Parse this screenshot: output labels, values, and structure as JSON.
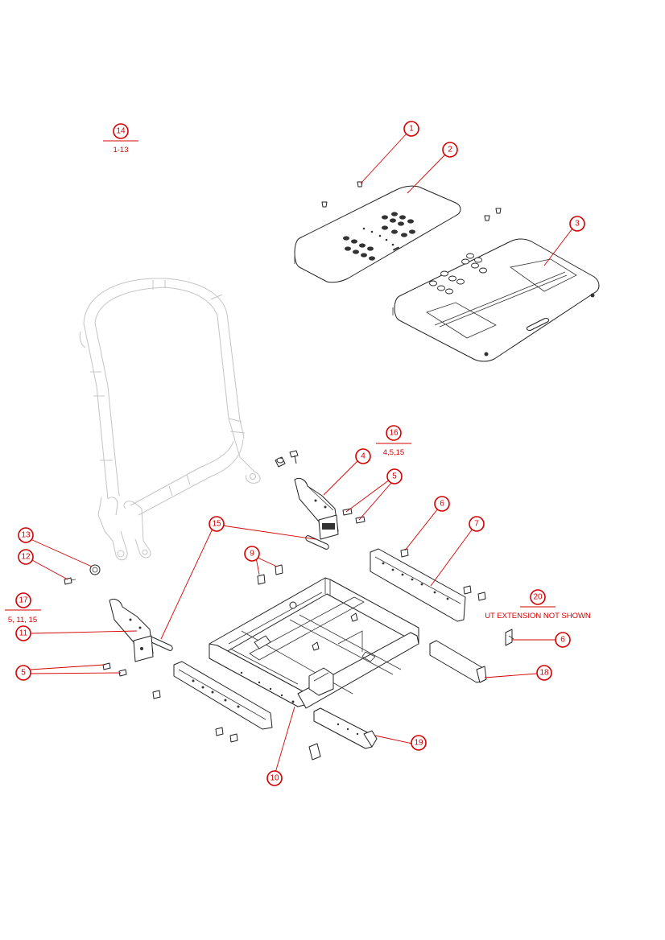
{
  "callouts": [
    {
      "id": "c1",
      "label": "1"
    },
    {
      "id": "c2",
      "label": "2"
    },
    {
      "id": "c3",
      "label": "3"
    },
    {
      "id": "c4",
      "label": "4"
    },
    {
      "id": "c5a",
      "label": "5"
    },
    {
      "id": "c6a",
      "label": "6"
    },
    {
      "id": "c7",
      "label": "7"
    },
    {
      "id": "c9",
      "label": "9"
    },
    {
      "id": "c10",
      "label": "10"
    },
    {
      "id": "c11",
      "label": "11"
    },
    {
      "id": "c12",
      "label": "12"
    },
    {
      "id": "c13",
      "label": "13"
    },
    {
      "id": "c14",
      "label": "14"
    },
    {
      "id": "c15",
      "label": "15"
    },
    {
      "id": "c16",
      "label": "16"
    },
    {
      "id": "c17",
      "label": "17"
    },
    {
      "id": "c18",
      "label": "18"
    },
    {
      "id": "c19",
      "label": "19"
    },
    {
      "id": "c20",
      "label": "20"
    },
    {
      "id": "c5b",
      "label": "5"
    },
    {
      "id": "c6b",
      "label": "6"
    }
  ],
  "notes": {
    "n14": "1-13",
    "n16": "4,5,15",
    "n17": "5, 11, 15",
    "n20": "UT EXTENSION NOT SHOWN"
  },
  "colors": {
    "callout": "#d60000",
    "line": "#222222",
    "ghost": "#c4c4c4"
  }
}
